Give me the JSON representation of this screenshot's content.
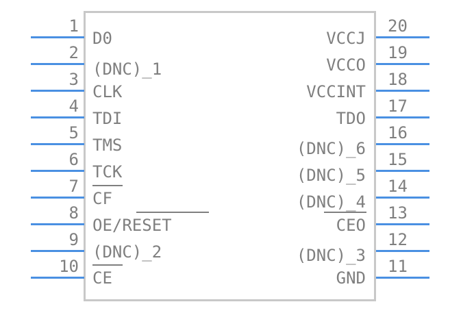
{
  "colors": {
    "pin": "#4a90e2",
    "outline": "#c8c8c8",
    "text": "#7f7f7f"
  },
  "left_pins": [
    {
      "number": "1",
      "label": "D0"
    },
    {
      "number": "2",
      "label": "(DNC)_1"
    },
    {
      "number": "3",
      "label": "CLK"
    },
    {
      "number": "4",
      "label": "TDI"
    },
    {
      "number": "5",
      "label": "TMS"
    },
    {
      "number": "6",
      "label": "TCK"
    },
    {
      "number": "7",
      "label": "CF",
      "overline": true
    },
    {
      "number": "8",
      "label": "OE/RESET",
      "overline_part": "RESET"
    },
    {
      "number": "9",
      "label": "(DNC)_2"
    },
    {
      "number": "10",
      "label": "CE",
      "overline": true
    }
  ],
  "right_pins": [
    {
      "number": "20",
      "label": "VCCJ"
    },
    {
      "number": "19",
      "label": "VCCO"
    },
    {
      "number": "18",
      "label": "VCCINT"
    },
    {
      "number": "17",
      "label": "TDO"
    },
    {
      "number": "16",
      "label": "(DNC)_6"
    },
    {
      "number": "15",
      "label": "(DNC)_5"
    },
    {
      "number": "14",
      "label": "(DNC)_4"
    },
    {
      "number": "13",
      "label": "CEO",
      "overline": true
    },
    {
      "number": "12",
      "label": ""
    },
    {
      "number": "11",
      "label": "GND"
    }
  ],
  "extra_labels": {
    "dnc3": "(DNC)_3"
  }
}
